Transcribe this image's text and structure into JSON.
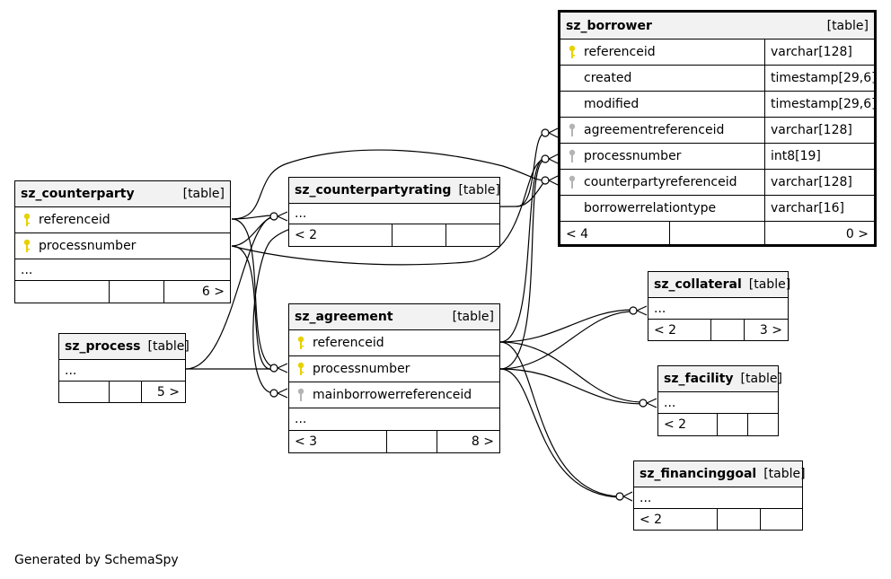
{
  "colors": {
    "primary_key": "#e8d100",
    "foreign_key": "#b4b4b4",
    "header_bg": "#f2f2f2",
    "line": "#000000"
  },
  "tables": {
    "sz_borrower": {
      "name": "sz_borrower",
      "type": "[table]",
      "columns": [
        {
          "name": "referenceid",
          "type": "varchar[128]",
          "key": "primary-key-icon"
        },
        {
          "name": "created",
          "type": "timestamp[29,6]",
          "key": ""
        },
        {
          "name": "modified",
          "type": "timestamp[29,6]",
          "key": ""
        },
        {
          "name": "agreementreferenceid",
          "type": "varchar[128]",
          "key": "foreign-key-icon"
        },
        {
          "name": "processnumber",
          "type": "int8[19]",
          "key": "foreign-key-icon"
        },
        {
          "name": "counterpartyreferenceid",
          "type": "varchar[128]",
          "key": "foreign-key-icon"
        },
        {
          "name": "borrowerrelationtype",
          "type": "varchar[16]",
          "key": ""
        }
      ],
      "footer": {
        "left": "< 4",
        "mid": "",
        "right": "0 >"
      }
    },
    "sz_counterparty": {
      "name": "sz_counterparty",
      "type": "[table]",
      "columns": [
        {
          "name": "referenceid",
          "key": "primary-key-icon"
        },
        {
          "name": "processnumber",
          "key": "primary-key-icon"
        }
      ],
      "ellipsis": "...",
      "footer": {
        "left": "",
        "mid": "",
        "right": "6 >"
      }
    },
    "sz_counterpartyrating": {
      "name": "sz_counterpartyrating",
      "type": "[table]",
      "ellipsis": "...",
      "footer": {
        "left": "< 2",
        "mid": "",
        "right": ""
      }
    },
    "sz_agreement": {
      "name": "sz_agreement",
      "type": "[table]",
      "columns": [
        {
          "name": "referenceid",
          "key": "primary-key-icon"
        },
        {
          "name": "processnumber",
          "key": "primary-key-icon"
        },
        {
          "name": "mainborrowerreferenceid",
          "key": "foreign-key-icon"
        }
      ],
      "ellipsis": "...",
      "footer": {
        "left": "< 3",
        "mid": "",
        "right": "8 >"
      }
    },
    "sz_process": {
      "name": "sz_process",
      "type": "[table]",
      "ellipsis": "...",
      "footer": {
        "left": "",
        "mid": "",
        "right": "5 >"
      }
    },
    "sz_collateral": {
      "name": "sz_collateral",
      "type": "[table]",
      "ellipsis": "...",
      "footer": {
        "left": "< 2",
        "mid": "",
        "right": "3 >"
      }
    },
    "sz_facility": {
      "name": "sz_facility",
      "type": "[table]",
      "ellipsis": "...",
      "footer": {
        "left": "< 2",
        "mid": "",
        "right": ""
      }
    },
    "sz_financinggoal": {
      "name": "sz_financinggoal",
      "type": "[table]",
      "ellipsis": "...",
      "footer": {
        "left": "< 2",
        "mid": "",
        "right": ""
      }
    }
  },
  "footer_text": "Generated by SchemaSpy"
}
